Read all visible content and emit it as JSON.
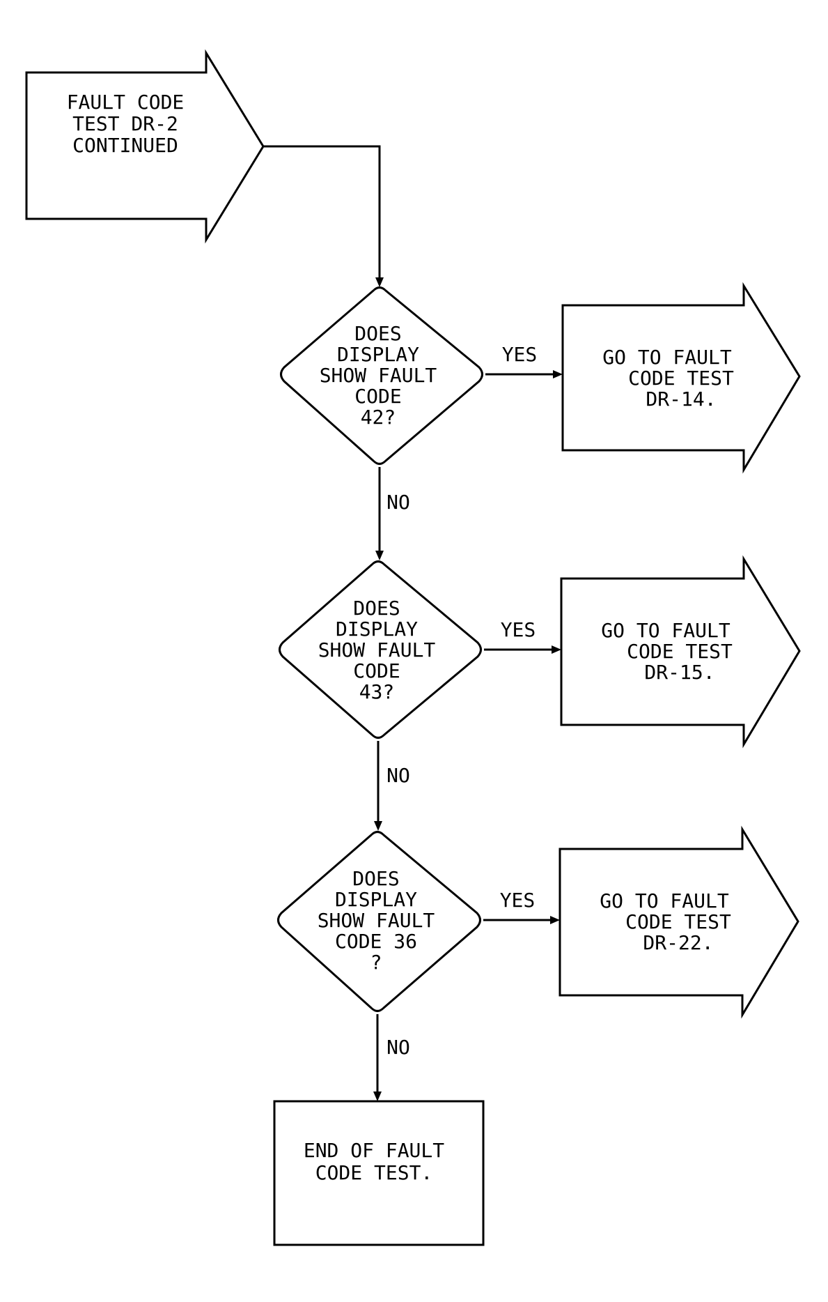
{
  "start": {
    "lines": [
      "FAULT CODE",
      "TEST DR-2",
      "CONTINUED"
    ]
  },
  "decisions": [
    {
      "lines": [
        "DOES",
        "DISPLAY",
        "SHOW FAULT",
        "CODE",
        "42?"
      ],
      "yes_label": "YES",
      "no_label": "NO",
      "target_lines": [
        "GO TO FAULT",
        "CODE TEST",
        "DR-14."
      ]
    },
    {
      "lines": [
        "DOES",
        "DISPLAY",
        "SHOW FAULT",
        "CODE",
        "43?"
      ],
      "yes_label": "YES",
      "no_label": "NO",
      "target_lines": [
        "GO TO FAULT",
        "CODE TEST",
        "DR-15."
      ]
    },
    {
      "lines": [
        "DOES",
        "DISPLAY",
        "SHOW FAULT",
        "CODE 36",
        "?"
      ],
      "yes_label": "YES",
      "no_label": "NO",
      "target_lines": [
        "GO TO FAULT",
        "CODE TEST",
        "DR-22."
      ]
    }
  ],
  "end": {
    "lines": [
      "END OF FAULT",
      "CODE TEST."
    ]
  }
}
